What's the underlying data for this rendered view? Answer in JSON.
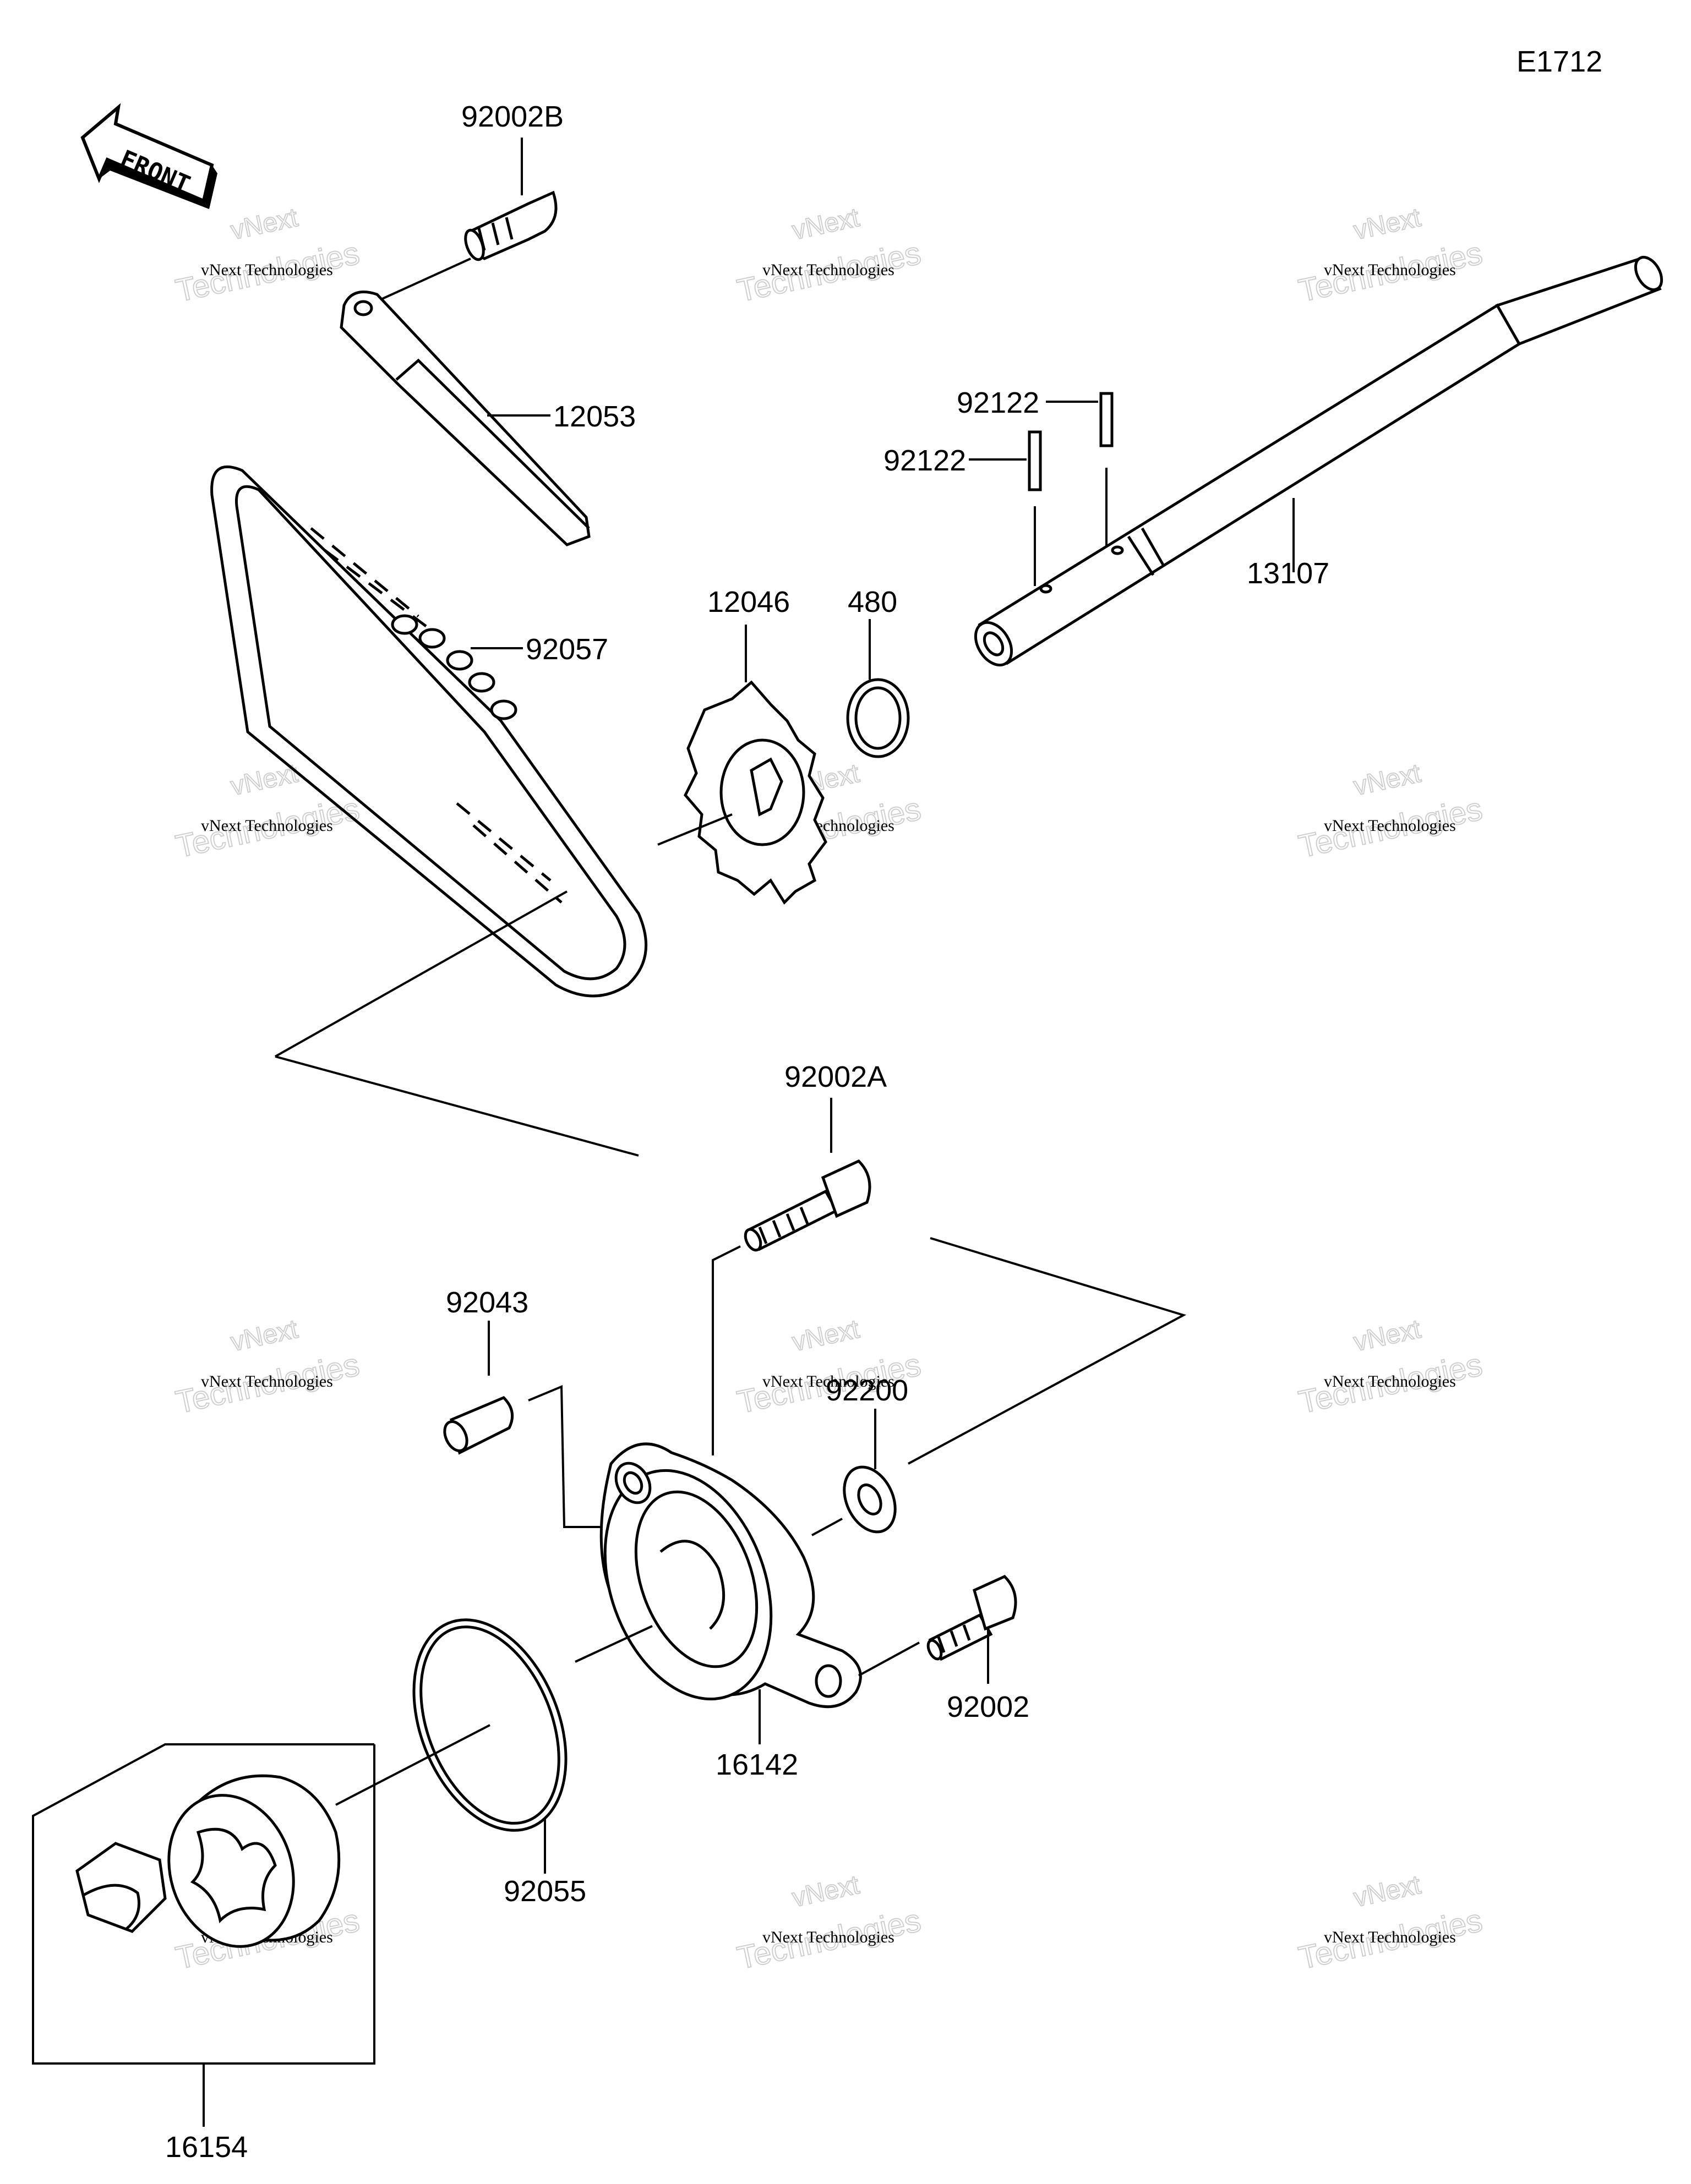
{
  "diagram": {
    "code": "E1712",
    "front_label": "FRONT",
    "watermark": {
      "line1": "vNext Technologies",
      "line2": "Technologies",
      "line3": "vNext"
    },
    "parts": {
      "p92002B": "92002B",
      "p12053": "12053",
      "p92057": "92057",
      "p12046": "12046",
      "p480": "480",
      "p92122a": "92122",
      "p92122b": "92122",
      "p13107": "13107",
      "p92002A": "92002A",
      "p92043": "92043",
      "p92200": "92200",
      "p92002": "92002",
      "p16142": "16142",
      "p92055": "92055",
      "p16154": "16154"
    }
  }
}
